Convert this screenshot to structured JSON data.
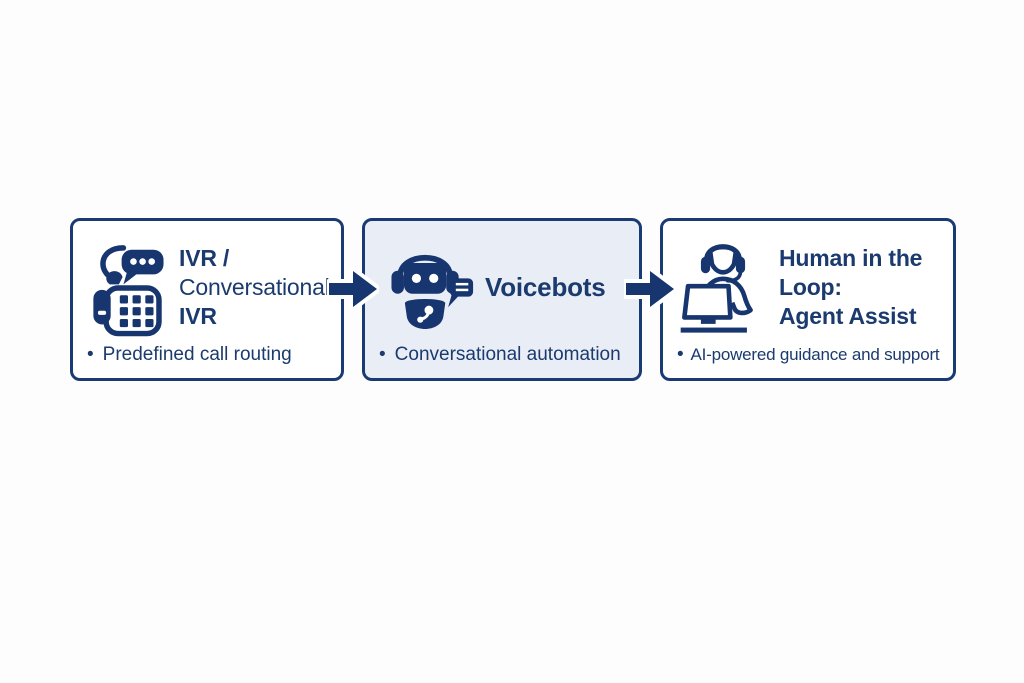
{
  "diagram": {
    "bullet_char": "•",
    "colors": {
      "primary_navy": "#1a3a74",
      "icon_navy": "#17356f",
      "text_navy": "#1b3a6e",
      "voicebots_box_background": "#e8edf6",
      "box_background": "#ffffff",
      "page_background": "#fdfdfe"
    },
    "boxes": [
      {
        "id": "ivr",
        "icon": "ivr-phone-keypad-icon",
        "title_lines": [
          {
            "text": "IVR /"
          },
          {
            "text": "Conversational"
          },
          {
            "text": "IVR"
          }
        ],
        "bullet": "Predefined call routing"
      },
      {
        "id": "voicebots",
        "icon": "voicebot-robot-icon",
        "title_lines": [
          {
            "text": "Voicebots"
          }
        ],
        "bullet": "Conversational automation"
      },
      {
        "id": "agent-assist",
        "icon": "agent-headset-computer-icon",
        "title_lines": [
          {
            "text": "Human in the"
          },
          {
            "text": "Loop:"
          },
          {
            "text": "Agent Assist"
          }
        ],
        "bullet": "AI-powered guidance and support"
      }
    ],
    "arrows": [
      {
        "id": "arrow-1",
        "direction": "right"
      },
      {
        "id": "arrow-2",
        "direction": "right"
      }
    ]
  }
}
